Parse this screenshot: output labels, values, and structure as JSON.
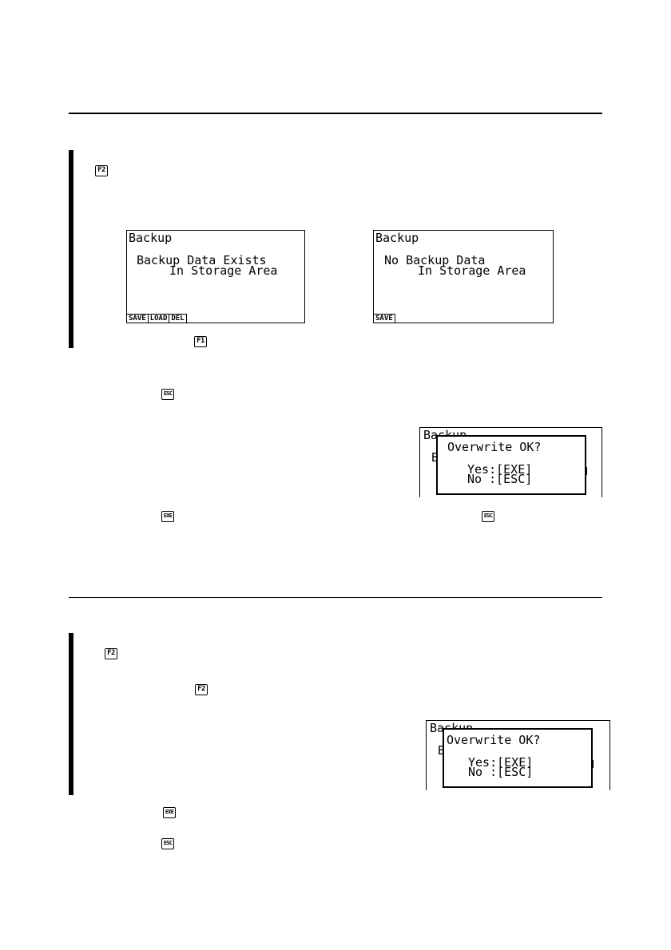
{
  "keys": {
    "f2_a": "F2",
    "f1": "F1",
    "esc_a": "ESC",
    "exe_a": "EXE",
    "esc_b": "ESC",
    "f2_b": "F2",
    "f2_c": "F2",
    "exe_b": "EXE",
    "esc_c": "ESC"
  },
  "screen_exists": {
    "title": "Backup",
    "line1": "Backup Data Exists",
    "line2": "In Storage Area",
    "menu": [
      "SAVE",
      "LOAD",
      "DEL"
    ]
  },
  "screen_none": {
    "title": "Backup",
    "line1": "No Backup Data",
    "line2": "In Storage Area",
    "menu": [
      "SAVE"
    ]
  },
  "dialog1": {
    "bg_title": "Backup",
    "bg_char": "B",
    "title": "Overwrite OK?",
    "yes": "Yes:[EXE]",
    "no": "No :[ESC]"
  },
  "dialog2": {
    "bg_title": "Backup",
    "bg_char": "B",
    "title": "Overwrite OK?",
    "yes": "Yes:[EXE]",
    "no": "No :[ESC]"
  }
}
